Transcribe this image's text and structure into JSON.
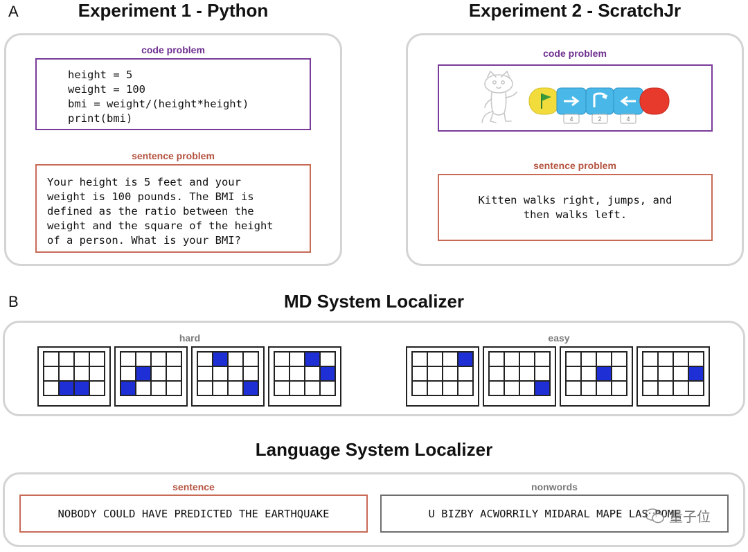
{
  "panel_a": {
    "letter": "A",
    "exp1": {
      "title": "Experiment 1 - Python",
      "code_label": "code problem",
      "code_lines": [
        "height = 5",
        "weight = 100",
        "bmi = weight/(height*height)",
        "print(bmi)"
      ],
      "sentence_label": "sentence problem",
      "sentence_lines": [
        "Your height is 5 feet and your",
        "weight is 100 pounds. The BMI is",
        "defined as the ratio between the",
        "weight and the square of the height",
        "of a person. What is your BMI?"
      ]
    },
    "exp2": {
      "title": "Experiment 2 - ScratchJr",
      "code_label": "code problem",
      "block_counts": [
        "4",
        "2",
        "4"
      ],
      "sentence_label": "sentence problem",
      "sentence_lines": [
        "Kitten walks right, jumps, and",
        "then walks left."
      ]
    }
  },
  "panel_b": {
    "letter": "B",
    "md_title": "MD System Localizer",
    "hard_label": "hard",
    "easy_label": "easy",
    "hard_grids": [
      [
        [
          0,
          0,
          0,
          0
        ],
        [
          0,
          0,
          0,
          0
        ],
        [
          0,
          1,
          1,
          0
        ]
      ],
      [
        [
          0,
          0,
          0,
          0
        ],
        [
          0,
          1,
          0,
          0
        ],
        [
          1,
          0,
          0,
          0
        ]
      ],
      [
        [
          0,
          1,
          0,
          0
        ],
        [
          0,
          0,
          0,
          0
        ],
        [
          0,
          0,
          0,
          1
        ]
      ],
      [
        [
          0,
          0,
          1,
          0
        ],
        [
          0,
          0,
          0,
          1
        ],
        [
          0,
          0,
          0,
          0
        ]
      ]
    ],
    "easy_grids": [
      [
        [
          0,
          0,
          0,
          1
        ],
        [
          0,
          0,
          0,
          0
        ],
        [
          0,
          0,
          0,
          0
        ]
      ],
      [
        [
          0,
          0,
          0,
          0
        ],
        [
          0,
          0,
          0,
          0
        ],
        [
          0,
          0,
          0,
          1
        ]
      ],
      [
        [
          0,
          0,
          0,
          0
        ],
        [
          0,
          0,
          1,
          0
        ],
        [
          0,
          0,
          0,
          0
        ]
      ],
      [
        [
          0,
          0,
          0,
          0
        ],
        [
          0,
          0,
          0,
          1
        ],
        [
          0,
          0,
          0,
          0
        ]
      ]
    ],
    "lang_title": "Language System Localizer",
    "sentence_label": "sentence",
    "sentence_text": "NOBODY COULD HAVE PREDICTED THE EARTHQUAKE",
    "nonwords_label": "nonwords",
    "nonwords_text": "U BIZBY ACWORRILY MIDARAL MAPE LAS POME"
  },
  "watermark": "量子位",
  "colors": {
    "code_border": "#7a3b9a",
    "sentence_border": "#c86a56",
    "grid_fill": "#1f2fd6"
  }
}
